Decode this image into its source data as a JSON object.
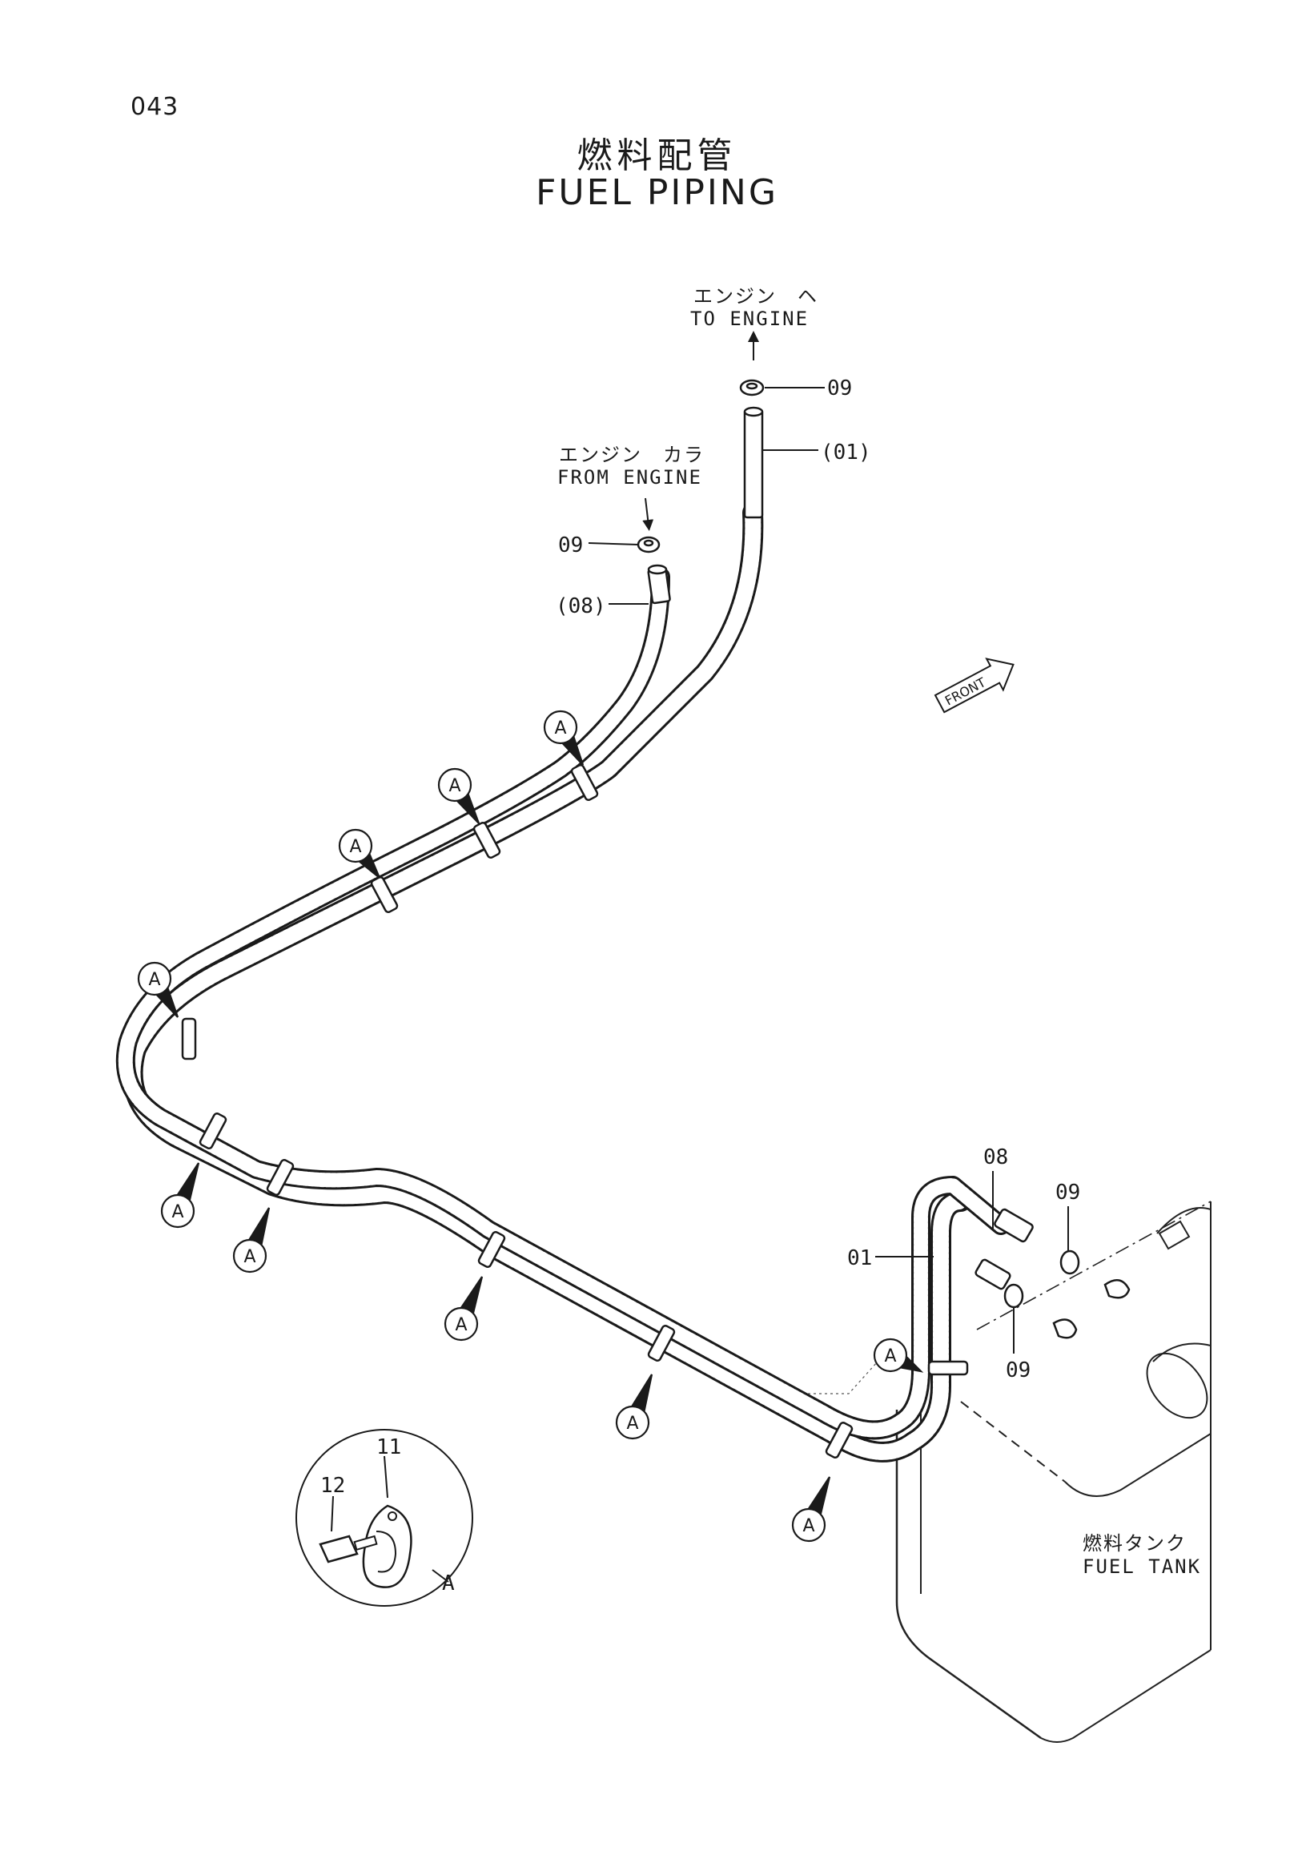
{
  "page_number": "043",
  "title_jp": "燃料配管",
  "title_en": "FUEL PIPING",
  "to_engine": {
    "jp": "エンジン　ヘ",
    "en": "TO ENGINE"
  },
  "from_engine": {
    "jp": "エンジン　カラ",
    "en": "FROM ENGINE"
  },
  "fuel_tank": {
    "jp": "燃料タンク",
    "en": "FUEL TANK"
  },
  "front_label": "FRONT",
  "clamp_ref": "A",
  "callouts": {
    "clamp_top": "09",
    "hose_01": "(01)",
    "clamp_from": "09",
    "hose_08": "(08)",
    "tank_08": "08",
    "tank_09_upper": "09",
    "tank_01": "01",
    "tank_09_lower": "09"
  },
  "detail": {
    "part_11": "11",
    "part_12": "12",
    "label": "A"
  }
}
